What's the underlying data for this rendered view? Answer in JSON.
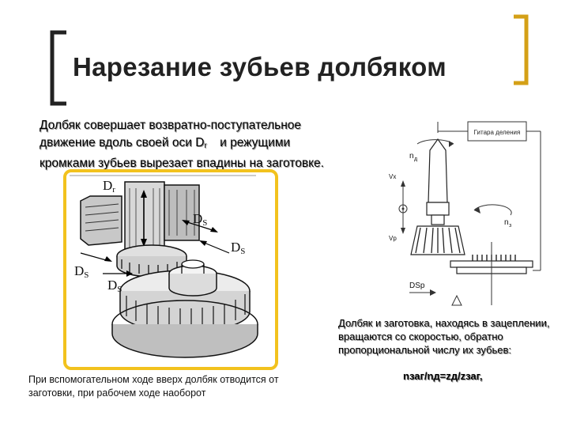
{
  "slide": {
    "title": "Нарезание зубьев долбяком",
    "accent_color": "#d4a017",
    "frame_color": "#f2c21e"
  },
  "description": {
    "line1": "Долбяк совершает возвратно-поступательное",
    "line2_pre": "движение вдоль своей оси",
    "line2_d": "D",
    "line2_sub": "r",
    "line2_post": "и режущими",
    "line3": "кромками зубьев вырезает впадины на заготовке."
  },
  "photo_labels": {
    "dr": "D",
    "dr_sub": "r",
    "ds": "D",
    "ds_sub": "S"
  },
  "caption": "При вспомогательном ходе вверх долбяк отводится от заготовки, при рабочем ходе наоборот",
  "schematic": {
    "gear_box_label": "Гитара деления",
    "n_d": "n",
    "n_d_sub": "д",
    "n_z": "n",
    "n_z_sub": "з",
    "vx": "Vx",
    "vp": "Vp",
    "dsp": "DSp"
  },
  "rotation_note": "Долбяк и заготовка, находясь в зацеплении, вращаются со скоростью, обратно пропорциональной числу их зубьев:",
  "formula": "nзаг/nд=zд/zзаг,"
}
